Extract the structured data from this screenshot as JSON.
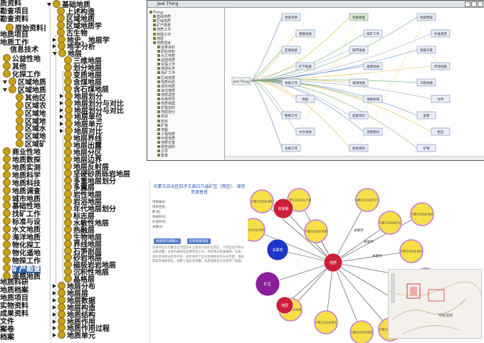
{
  "left_tree": {
    "items": [
      {
        "label": "质资料",
        "kind": "text",
        "x": 0
      },
      {
        "label": "勘查项目",
        "kind": "text",
        "x": 0
      },
      {
        "label": "勘查资料",
        "kind": "text",
        "x": 0
      },
      {
        "label": "原始资料目",
        "kind": "dot",
        "x": 8
      },
      {
        "label": "地质项目",
        "kind": "text",
        "x": 0
      },
      {
        "label": "地质工作",
        "kind": "text",
        "x": 0
      },
      {
        "label": "信息技术",
        "kind": "text",
        "x": 14
      },
      {
        "label": "公益性地",
        "kind": "dot",
        "x": 4
      },
      {
        "label": "其他",
        "kind": "dot",
        "x": 4
      },
      {
        "label": "化探工作",
        "kind": "dot",
        "x": 4
      },
      {
        "label": "区域地质",
        "kind": "dot-open",
        "x": 4
      },
      {
        "label": "区域地质",
        "kind": "dot-open",
        "x": 4
      },
      {
        "label": "其他区",
        "kind": "dot",
        "x": 22
      },
      {
        "label": "区域农",
        "kind": "dot",
        "x": 22
      },
      {
        "label": "区域地",
        "kind": "dot",
        "x": 22
      },
      {
        "label": "区域地",
        "kind": "dot",
        "x": 22
      },
      {
        "label": "区域水",
        "kind": "dot",
        "x": 22
      },
      {
        "label": "区域地",
        "kind": "dot",
        "x": 22
      },
      {
        "label": "区域矿",
        "kind": "dot",
        "x": 22
      },
      {
        "label": "商业性地",
        "kind": "dot",
        "x": 4
      },
      {
        "label": "地质数探",
        "kind": "dot",
        "x": 4
      },
      {
        "label": "地质实测",
        "kind": "dot",
        "x": 4
      },
      {
        "label": "地质科学",
        "kind": "dot",
        "x": 4
      },
      {
        "label": "地质科技",
        "kind": "dot",
        "x": 4
      },
      {
        "label": "地质调查",
        "kind": "dot",
        "x": 4
      },
      {
        "label": "城市地质",
        "kind": "dot",
        "x": 4
      },
      {
        "label": "基础性地",
        "kind": "dot",
        "x": 4
      },
      {
        "label": "找矿工作",
        "kind": "dot",
        "x": 4
      },
      {
        "label": "标准与设",
        "kind": "dot",
        "x": 4
      },
      {
        "label": "水文地质",
        "kind": "dot",
        "x": 4
      },
      {
        "label": "海洋地质",
        "kind": "dot",
        "x": 4
      },
      {
        "label": "物化探工",
        "kind": "dot",
        "x": 4
      },
      {
        "label": "物化遥地",
        "kind": "dot",
        "x": 4
      },
      {
        "label": "物探工作",
        "kind": "dot",
        "x": 4
      },
      {
        "label": "矿产勘查",
        "kind": "dot-sel",
        "x": 4
      },
      {
        "label": "遥感地质",
        "kind": "dot",
        "x": 4
      },
      {
        "label": "地质科研",
        "kind": "text",
        "x": 0
      },
      {
        "label": "地质档案",
        "kind": "text",
        "x": 0
      },
      {
        "label": "地质项目",
        "kind": "text",
        "x": 0
      },
      {
        "label": "实物资料",
        "kind": "text",
        "x": 0
      },
      {
        "label": "成果资料",
        "kind": "text",
        "x": 0
      },
      {
        "label": "文件",
        "kind": "text",
        "x": 0
      },
      {
        "label": "案卷",
        "kind": "text",
        "x": 0
      },
      {
        "label": "档案",
        "kind": "text",
        "x": 0
      }
    ]
  },
  "mid_tree": {
    "items": [
      {
        "label": "基础地质",
        "kind": "dot-open",
        "x": 0
      },
      {
        "label": "上述构造",
        "kind": "dot",
        "x": 14
      },
      {
        "label": "区域地质",
        "kind": "dot",
        "x": 14
      },
      {
        "label": "区域地质学",
        "kind": "dot",
        "x": 14
      },
      {
        "label": "古生物",
        "kind": "dot",
        "x": 14
      },
      {
        "label": "地史、地层学",
        "kind": "dot-closed",
        "x": 8
      },
      {
        "label": "地学分析",
        "kind": "dot-closed",
        "x": 8
      },
      {
        "label": "地层",
        "kind": "dot-open",
        "x": 8
      },
      {
        "label": "三维地层",
        "kind": "dot",
        "x": 24
      },
      {
        "label": "划分地层",
        "kind": "dot",
        "x": 24
      },
      {
        "label": "变质地层",
        "kind": "dot",
        "x": 24
      },
      {
        "label": "含煤地层",
        "kind": "dot",
        "x": 24
      },
      {
        "label": "含石煤地层",
        "kind": "dot",
        "x": 24
      },
      {
        "label": "地层划分",
        "kind": "dot-closed",
        "x": 18
      },
      {
        "label": "地层划分与对比",
        "kind": "dot-closed",
        "x": 18
      },
      {
        "label": "地层划分与对比",
        "kind": "dot-closed",
        "x": 18
      },
      {
        "label": "地层单位",
        "kind": "dot-closed",
        "x": 18
      },
      {
        "label": "地层单元",
        "kind": "dot-closed",
        "x": 18
      },
      {
        "label": "地层对比",
        "kind": "dot-closed",
        "x": 18
      },
      {
        "label": "地层界线",
        "kind": "dot",
        "x": 24
      },
      {
        "label": "地层出露",
        "kind": "dot",
        "x": 24
      },
      {
        "label": "地层分区",
        "kind": "dot",
        "x": 24
      },
      {
        "label": "地层边界",
        "kind": "dot",
        "x": 24
      },
      {
        "label": "地层反射层",
        "kind": "dot",
        "x": 24
      },
      {
        "label": "坚硬砂质砾岩地层",
        "kind": "dot",
        "x": 24
      },
      {
        "label": "多重地层划分",
        "kind": "dot",
        "x": 24
      },
      {
        "label": "多震层",
        "kind": "dot",
        "x": 24
      },
      {
        "label": "岩性地层",
        "kind": "dot",
        "x": 24
      },
      {
        "label": "岩浴地层",
        "kind": "dot",
        "x": 24
      },
      {
        "label": "年代地层划分",
        "kind": "dot",
        "x": 24
      },
      {
        "label": "标志层",
        "kind": "dot",
        "x": 24
      },
      {
        "label": "水敏性地层",
        "kind": "dot",
        "x": 24
      },
      {
        "label": "热融层",
        "kind": "dot",
        "x": 24
      },
      {
        "label": "生物地层",
        "kind": "dot",
        "x": 24
      },
      {
        "label": "界线地层",
        "kind": "dot",
        "x": 24
      },
      {
        "label": "石笋剖层",
        "kind": "dot",
        "x": 24
      },
      {
        "label": "砂岩地层",
        "kind": "dot",
        "x": 24
      },
      {
        "label": "磁极岩岩地层",
        "kind": "dot",
        "x": 24
      },
      {
        "label": "沉积性地层",
        "kind": "dot",
        "x": 24
      },
      {
        "label": "晶格层",
        "kind": "dot",
        "x": 24
      },
      {
        "label": "地层分布",
        "kind": "dot-closed",
        "x": 8
      },
      {
        "label": "地层层",
        "kind": "dot-closed",
        "x": 8
      },
      {
        "label": "地层数据",
        "kind": "dot-closed",
        "x": 8
      },
      {
        "label": "地层构造",
        "kind": "dot-closed",
        "x": 8
      },
      {
        "label": "地质结构",
        "kind": "dot-closed",
        "x": 8
      },
      {
        "label": "地质作用",
        "kind": "dot-closed",
        "x": 8
      },
      {
        "label": "地质作用过程",
        "kind": "dot-closed",
        "x": 8
      },
      {
        "label": "地质单元",
        "kind": "dot-closed",
        "x": 8
      }
    ]
  },
  "ontology_window": {
    "title": "Jeel Thing",
    "root": "Jeel Thing",
    "tree_items": [
      "Thing",
      "基础地质",
      "区域地质",
      "矿产勘查",
      "地质工作",
      "物探工作",
      "地层",
      "地质项目",
      "成果资料",
      "原始资料",
      "水文地质",
      "遥感地质",
      "化探工作",
      "地球化学",
      "找矿工作",
      "区域地质",
      "地质科研",
      "城市地质",
      "海洋地质",
      "地质调查",
      "标准规范",
      "地质档案",
      "实物资料",
      "地层划分",
      "构造",
      "岩石",
      "矿物",
      "地貌",
      "工程地质",
      "环境地质",
      "地质灾害",
      "勘查资料",
      "文件",
      "案卷"
    ],
    "nodes": [
      "地质项目",
      "基础地质",
      "区域地质",
      "矿产勘查",
      "地质工作",
      "地层",
      "物探工作",
      "水文地质",
      "化探工作",
      "地质调查",
      "找矿工作",
      "城市地质",
      "遥感地质",
      "海洋地质",
      "地质科研",
      "成果资料",
      "实物资料",
      "原始资料",
      "地质档案",
      "标准规范",
      "地质灾害",
      "环境地质",
      "工程地质",
      "文件",
      "案卷",
      "岩石",
      "矿物"
    ]
  },
  "info_panel": {
    "title": "内蒙古自治区四子王旗白乃庙矿区（西区）、煤炭资源普查",
    "rows": [
      "项目编号：",
      "项目名称：",
      "数 据：",
      "地质时间：",
      "形成时间：",
      "关键词："
    ],
    "tags": [
      "地质资料采集过",
      "区域地质调查"
    ],
    "body": "该项目位于内蒙古自治区四子王旗白乃庙矿区西区，工作区位于阴山山脉北麓，主要开展煤炭资源普查工作。项目通过地质填图、钻探、测井及采样分析等手段，初步查明了区内含煤地层的分布范围、煤层厚度及煤质特征，估算了煤炭资源量，为后续勘查工作提供了依据。"
  },
  "network": {
    "center": "地质",
    "red_nodes": [
      "资源量",
      "地质",
      "地层"
    ],
    "blue_nodes": [
      "关联项"
    ],
    "purple_nodes": [
      "矿区"
    ],
    "yellow_labels": [
      "内蒙古自治区白乃庙",
      "内蒙古自治区四子王",
      "内蒙古自治区矿区",
      "内蒙古自治区地层",
      "内蒙古自治区勘查",
      "内蒙古自治区区域",
      "内蒙古自治区煤炭",
      "内蒙古自治区普查",
      "内蒙古自治区地质",
      "内蒙古自治区资料",
      "内蒙古自治区报告",
      "内蒙古自治区项目",
      "内蒙古自治区成果",
      "内蒙古自治区档案"
    ],
    "edge_label": "关联项",
    "map_label": "呼和浩特"
  }
}
